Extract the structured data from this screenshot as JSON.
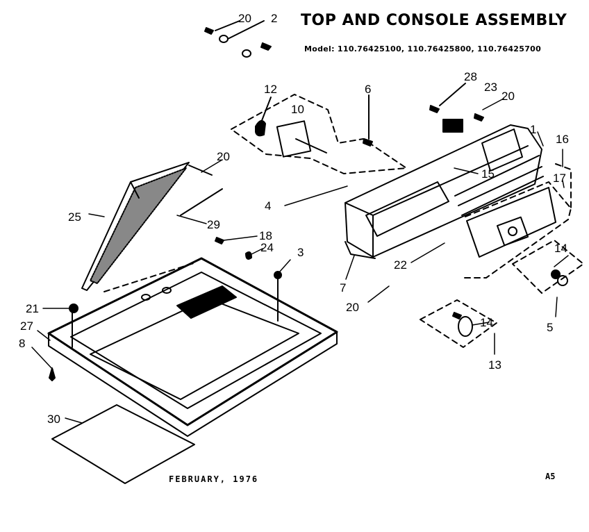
{
  "title": "TOP AND CONSOLE ASSEMBLY",
  "models": "Model: 110.76425100, 110.76425800, 110.76425700",
  "footer": {
    "date": "FEBRUARY, 1976",
    "page_code": "A5"
  },
  "callouts": {
    "c20a": "20",
    "c2": "2",
    "c12": "12",
    "c10": "10",
    "c6": "6",
    "c28": "28",
    "c23": "23",
    "c20b": "20",
    "c1": "1",
    "c16": "16",
    "c17": "17",
    "c15": "15",
    "c20c": "20",
    "c4": "4",
    "c25": "25",
    "c29": "29",
    "c18": "18",
    "c24": "24",
    "c3": "3",
    "c21": "21",
    "c27": "27",
    "c8": "8",
    "c7": "7",
    "c22": "22",
    "c20d": "20",
    "c14a": "14",
    "c5": "5",
    "c14b": "14",
    "c13": "13",
    "c30": "30"
  }
}
